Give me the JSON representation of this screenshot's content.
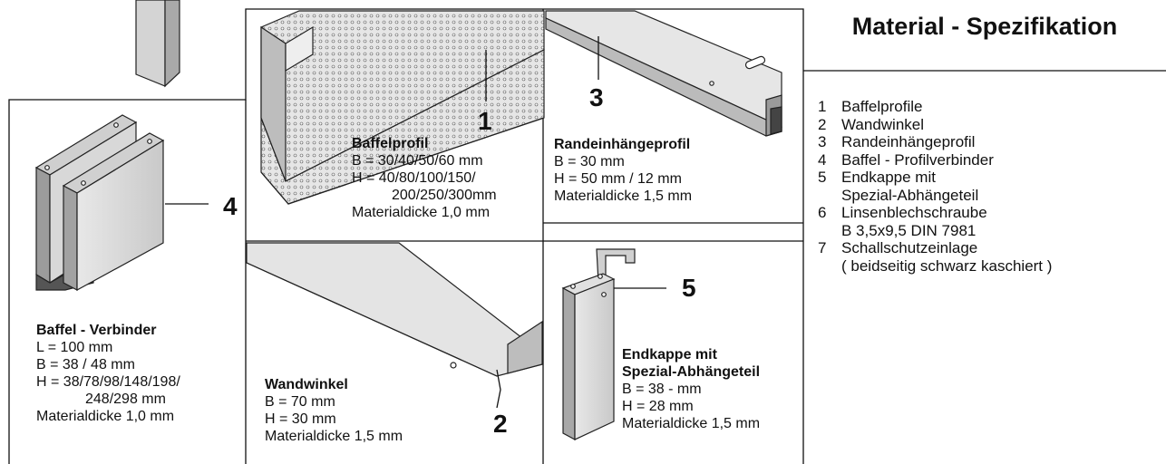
{
  "spec": {
    "title": "Material - Spezifikation",
    "items": [
      {
        "num": "1",
        "lines": [
          "Baffelprofile"
        ]
      },
      {
        "num": "2",
        "lines": [
          "Wandwinkel"
        ]
      },
      {
        "num": "3",
        "lines": [
          "Randeinhängeprofil"
        ]
      },
      {
        "num": "4",
        "lines": [
          "Baffel - Profilverbinder"
        ]
      },
      {
        "num": "5",
        "lines": [
          "Endkappe mit",
          "Spezial-Abhängeteil"
        ]
      },
      {
        "num": "6",
        "lines": [
          "Linsenblechschraube",
          "B 3,5x9,5 DIN 7981"
        ]
      },
      {
        "num": "7",
        "lines": [
          "Schallschutzeinlage",
          "( beidseitig schwarz kaschiert )"
        ]
      }
    ]
  },
  "parts": {
    "baffelprofil": {
      "number": "1",
      "title": "Baffelprofil",
      "lines": [
        "B = 30/40/50/60 mm",
        "H = 40/80/100/150/",
        "200/250/300mm",
        "Materialdicke 1,0 mm"
      ]
    },
    "wandwinkel": {
      "number": "2",
      "title": "Wandwinkel",
      "lines": [
        "B = 70 mm",
        "H = 30 mm",
        "Materialdicke 1,5 mm"
      ]
    },
    "randeinhaengeprofil": {
      "number": "3",
      "title": "Randeinhängeprofil",
      "lines": [
        "B = 30 mm",
        "H = 50 mm / 12 mm",
        "Materialdicke 1,5 mm"
      ]
    },
    "verbinder": {
      "number": "4",
      "title": "Baffel - Verbinder",
      "lines": [
        "L = 100 mm",
        "B = 38 / 48 mm",
        "H = 38/78/98/148/198/",
        "248/298 mm",
        "Materialdicke 1,0 mm"
      ]
    },
    "endkappe": {
      "number": "5",
      "title1": "Endkappe mit",
      "title2": "Spezial-Abhängeteil",
      "lines": [
        "B = 38 -  mm",
        "H = 28 mm",
        "Materialdicke 1,5 mm"
      ]
    }
  }
}
